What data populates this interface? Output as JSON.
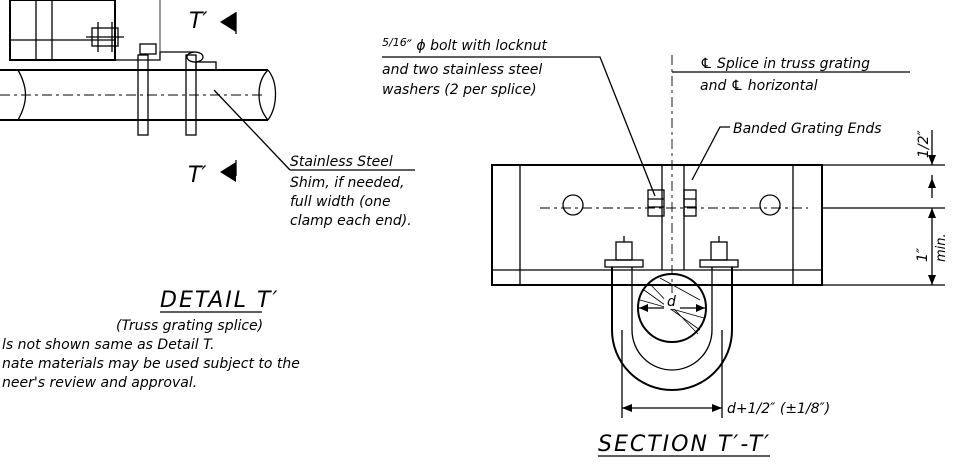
{
  "detail": {
    "section_mark_top": "T′",
    "section_mark_bottom": "T′",
    "shim_label": [
      "Stainless Steel",
      "Shim, if needed,",
      "full width (one",
      "clamp each end)."
    ],
    "title": "DETAIL T′",
    "subtitle": "(Truss grating splice)",
    "notes": [
      "ls not shown same as Detail T.",
      "nate materials may be used subject to the",
      "neer's review and approval."
    ]
  },
  "section": {
    "bolt_label_frac": "5/16",
    "bolt_label": [
      "″ ϕ bolt with locknut",
      "and two stainless steel",
      "washers (2 per splice)"
    ],
    "centerline_label": [
      "℄ Splice in truss grating",
      "and ℄ horizontal"
    ],
    "banded_label": "Banded Grating Ends",
    "dim_half": "1/2″",
    "dim_one_inch": "1″",
    "dim_min": "min.",
    "pipe_label": "d",
    "width_dim": "d+1/2″ (±1/8″)",
    "title": "SECTION T′-T′"
  }
}
